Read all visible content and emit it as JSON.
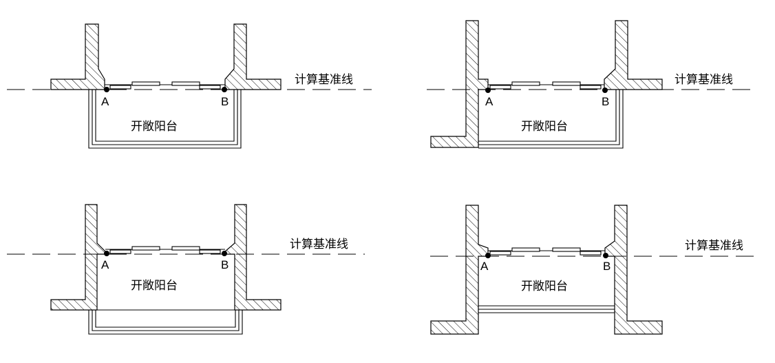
{
  "diagram": {
    "title": "开敞阳台计算基准线示意",
    "colors": {
      "ink": "#000000",
      "paper": "#ffffff"
    },
    "panels": [
      {
        "id": "top-left",
        "baseline_label": "计算基准线",
        "area_label": "开敞阳台",
        "point_a": "A",
        "point_b": "B",
        "variant": "both-walls-above, railing-outside"
      },
      {
        "id": "top-right",
        "baseline_label": "计算基准线",
        "area_label": "开敞阳台",
        "point_a": "A",
        "point_b": "B",
        "variant": "left-wall-full-height, railing-outside"
      },
      {
        "id": "bottom-left",
        "baseline_label": "计算基准线",
        "area_label": "开敞阳台",
        "point_a": "A",
        "point_b": "B",
        "variant": "both-walls-full-height, railing-outside"
      },
      {
        "id": "bottom-right",
        "baseline_label": "计算基准线",
        "area_label": "开敞阳台",
        "point_a": "A",
        "point_b": "B",
        "variant": "both-walls-full-height, railing-between-walls"
      }
    ]
  }
}
